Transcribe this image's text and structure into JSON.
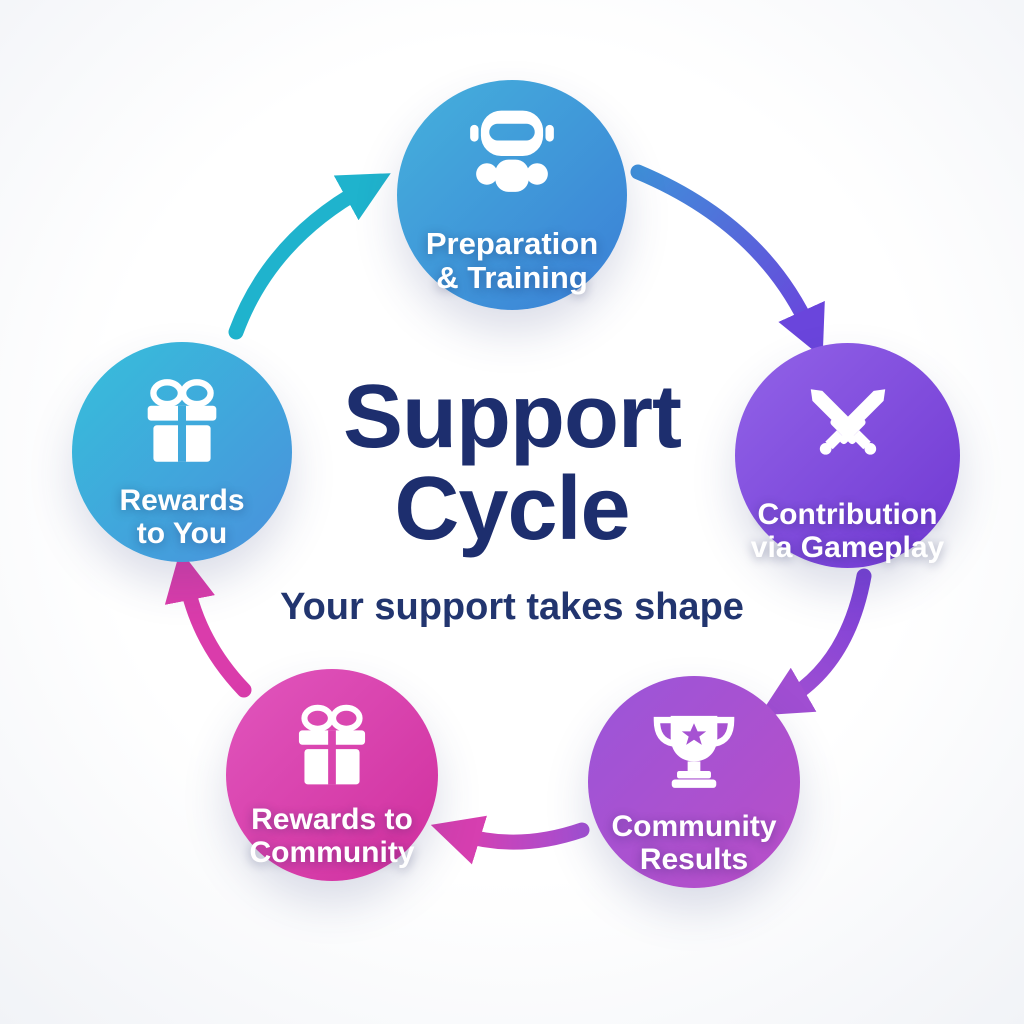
{
  "title": {
    "line1": "Support",
    "line2": "Cycle",
    "subtitle": "Your support takes shape"
  },
  "nodes": [
    {
      "id": "preparation",
      "label_line1": "Preparation",
      "label_line2": "& Training",
      "icon": "robot-icon",
      "color_start": "#45b1dc",
      "color_end": "#3b7fd6"
    },
    {
      "id": "contribution",
      "label_line1": "Contribution",
      "label_line2": "via Gameplay",
      "icon": "crossed-swords-icon",
      "color_start": "#9263e8",
      "color_end": "#7038d2"
    },
    {
      "id": "community-results",
      "label_line1": "Community",
      "label_line2": "Results",
      "icon": "trophy-icon",
      "color_start": "#9a55d9",
      "color_end": "#b94ec7"
    },
    {
      "id": "rewards-community",
      "label_line1": "Rewards to",
      "label_line2": "Community",
      "icon": "gift-icon",
      "color_start": "#e156bd",
      "color_end": "#d02f9e"
    },
    {
      "id": "rewards-you",
      "label_line1": "Rewards",
      "label_line2": "to You",
      "icon": "gift-icon",
      "color_start": "#36bfdb",
      "color_end": "#4a90dc"
    }
  ],
  "arrows": [
    {
      "from": "rewards-you",
      "to": "preparation",
      "color": "#1fb3cd"
    },
    {
      "from": "preparation",
      "to": "contribution",
      "color_start": "#3f8fd9",
      "color_end": "#6a45dc"
    },
    {
      "from": "contribution",
      "to": "community-results",
      "color_start": "#7a41d8",
      "color_end": "#a04ed2"
    },
    {
      "from": "community-results",
      "to": "rewards-community",
      "color_start": "#a44fd2",
      "color_end": "#d63fb0"
    },
    {
      "from": "rewards-community",
      "to": "rewards-you",
      "color": "#da3cab"
    }
  ],
  "text_colors": {
    "title": "#1d2e6e",
    "subtitle": "#22356f",
    "node_label": "#ffffff"
  }
}
